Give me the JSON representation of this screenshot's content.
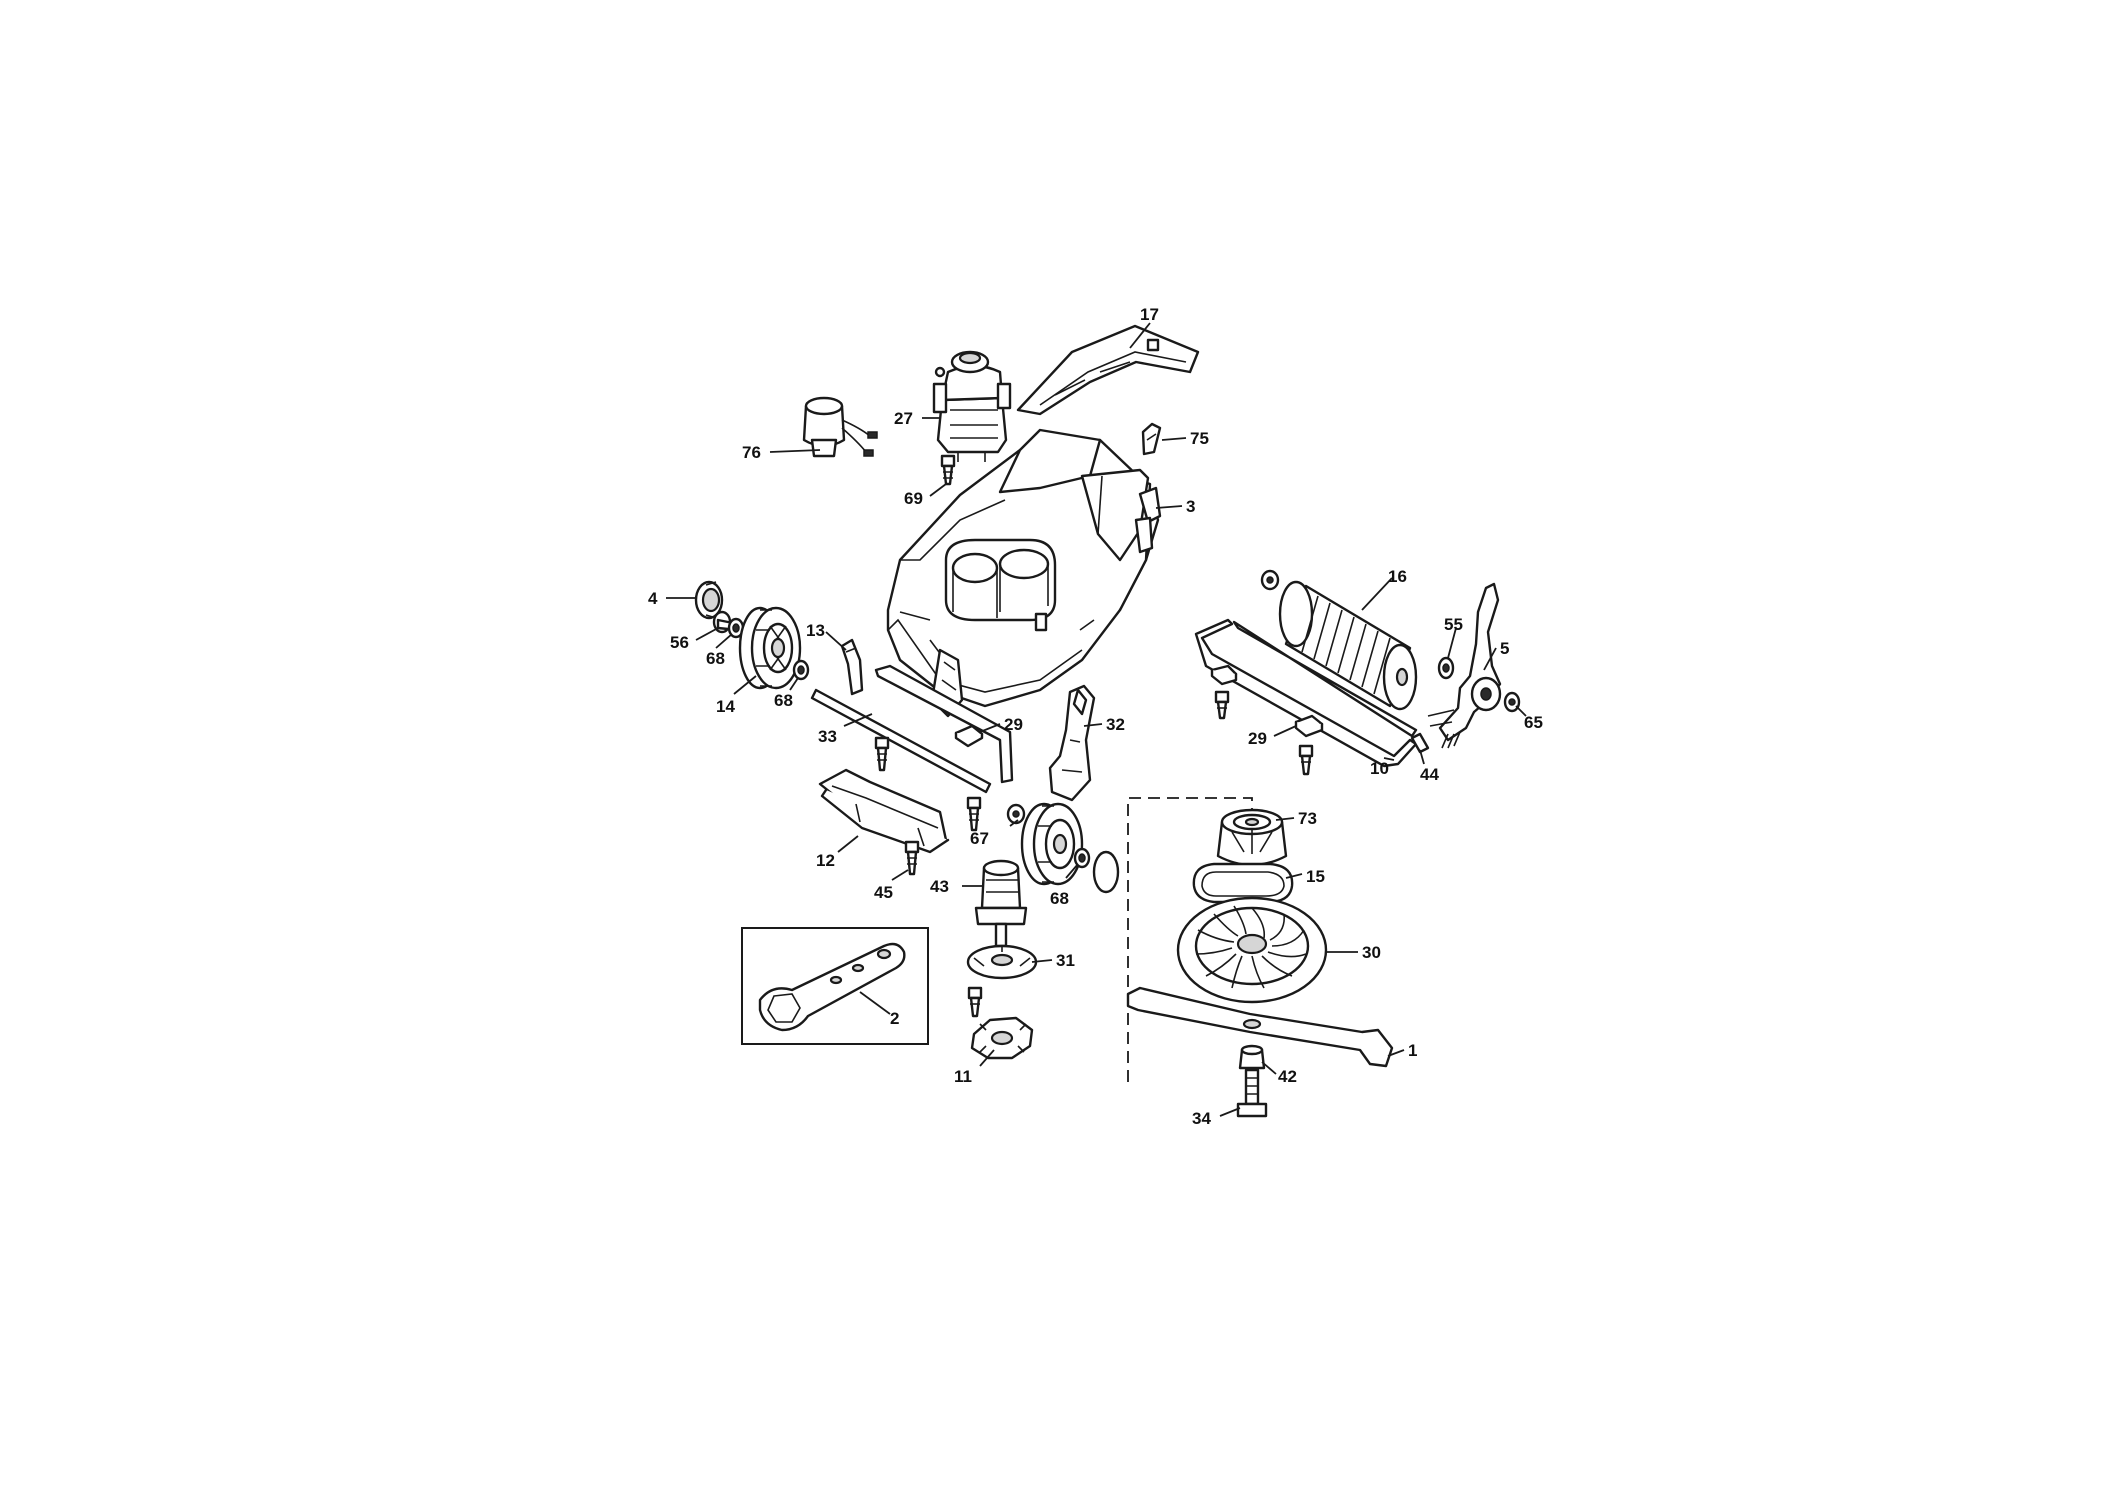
{
  "callouts": [
    {
      "id": "c17",
      "label": "17"
    },
    {
      "id": "c27",
      "label": "27"
    },
    {
      "id": "c75",
      "label": "75"
    },
    {
      "id": "c76",
      "label": "76"
    },
    {
      "id": "c69",
      "label": "69"
    },
    {
      "id": "c3",
      "label": "3"
    },
    {
      "id": "c4",
      "label": "4"
    },
    {
      "id": "c56",
      "label": "56"
    },
    {
      "id": "c68a",
      "label": "68"
    },
    {
      "id": "c14",
      "label": "14"
    },
    {
      "id": "c68b",
      "label": "68"
    },
    {
      "id": "c13",
      "label": "13"
    },
    {
      "id": "c33",
      "label": "33"
    },
    {
      "id": "c29a",
      "label": "29"
    },
    {
      "id": "c32",
      "label": "32"
    },
    {
      "id": "c12",
      "label": "12"
    },
    {
      "id": "c45",
      "label": "45"
    },
    {
      "id": "c67",
      "label": "67"
    },
    {
      "id": "c68c",
      "label": "68"
    },
    {
      "id": "c43",
      "label": "43"
    },
    {
      "id": "c31",
      "label": "31"
    },
    {
      "id": "c2",
      "label": "2"
    },
    {
      "id": "c11",
      "label": "11"
    },
    {
      "id": "c16",
      "label": "16"
    },
    {
      "id": "c55",
      "label": "55"
    },
    {
      "id": "c5",
      "label": "5"
    },
    {
      "id": "c65",
      "label": "65"
    },
    {
      "id": "c29b",
      "label": "29"
    },
    {
      "id": "c10",
      "label": "10"
    },
    {
      "id": "c44",
      "label": "44"
    },
    {
      "id": "c73",
      "label": "73"
    },
    {
      "id": "c15",
      "label": "15"
    },
    {
      "id": "c30",
      "label": "30"
    },
    {
      "id": "c1",
      "label": "1"
    },
    {
      "id": "c42",
      "label": "42"
    },
    {
      "id": "c34",
      "label": "34"
    }
  ]
}
